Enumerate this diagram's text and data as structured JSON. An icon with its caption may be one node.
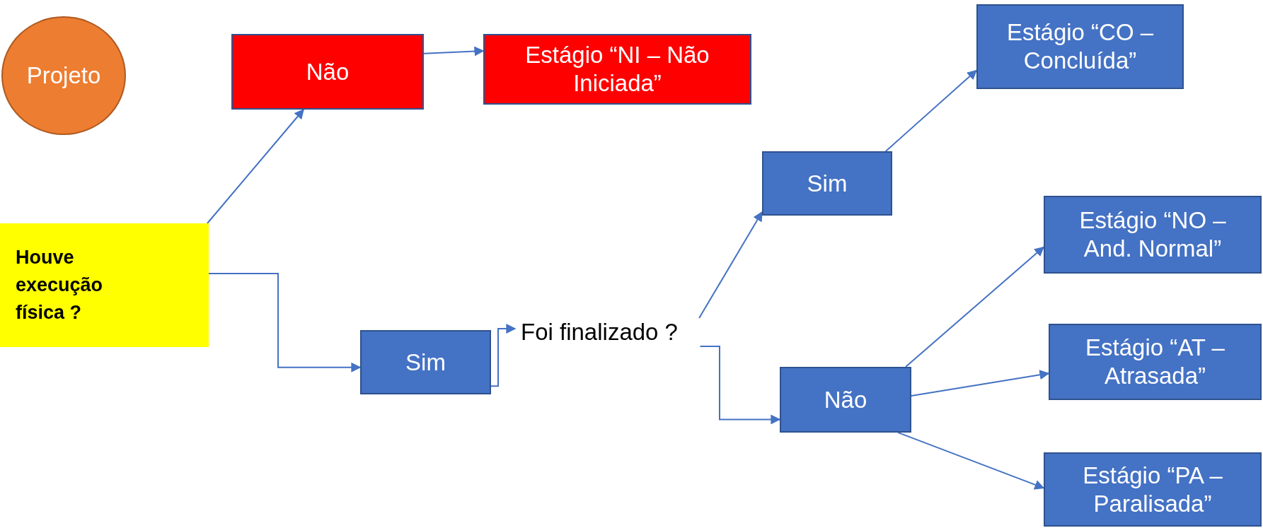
{
  "diagram": {
    "nodes": [
      {
        "text": [
          "Projeto"
        ]
      },
      {
        "text": [
          "Não"
        ]
      },
      {
        "text": [
          "Estágio “NI – Não Iniciada”"
        ]
      },
      {
        "text": [
          "Houve execução física ?"
        ]
      },
      {
        "text": [
          "Sim"
        ]
      },
      {
        "text": [
          "Foi finalizado ?"
        ]
      },
      {
        "text": [
          "Sim"
        ]
      },
      {
        "text": [
          "Estágio “CO – Concluída”"
        ]
      },
      {
        "text": [
          "Não"
        ]
      },
      {
        "text": [
          "Estágio “NO – And. Normal”"
        ]
      },
      {
        "text": [
          "Estágio “AT – Atrasada”"
        ]
      },
      {
        "text": [
          "Estágio “PA – Paralisada”"
        ]
      }
    ],
    "edges": [
      {
        "from": 3,
        "to": 1,
        "arrow": "to"
      },
      {
        "from": 1,
        "to": 2,
        "arrow": "to"
      },
      {
        "from": 3,
        "to": 4,
        "arrow": "to"
      },
      {
        "from": 4,
        "to": 5,
        "arrow": "to"
      },
      {
        "from": 5,
        "to": 6,
        "arrow": "to"
      },
      {
        "from": 5,
        "to": 8,
        "arrow": "to"
      },
      {
        "from": 6,
        "to": 7,
        "arrow": "to"
      },
      {
        "from": 8,
        "to": 9,
        "arrow": "to"
      },
      {
        "from": 8,
        "to": 10,
        "arrow": "to"
      },
      {
        "from": 8,
        "to": 11,
        "arrow": "to"
      }
    ]
  }
}
